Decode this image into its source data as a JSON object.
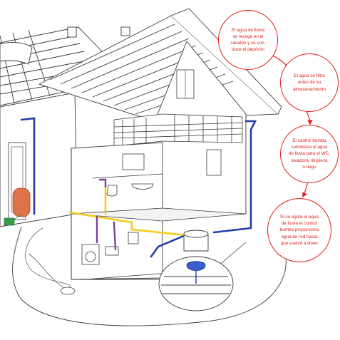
{
  "steps": [
    {
      "text": "El agua de lluvia\nse recoge en el\ncanalón y se con-\nduce al depósito"
    },
    {
      "text": "El agua se filtra\nantes de su\nalmacenamiento"
    },
    {
      "text": "El control bomba\nsuministra el agua\nde lluvia para el WC,\nlavadora, limpieza\no riego"
    },
    {
      "text": "Si se agota el agua\nde lluvia el control\nbomba proporciona\nagua de red hasta\nque vuelve a llover"
    }
  ],
  "colors": {
    "bubble_outline": "#e0201b",
    "rain_pipe": "#1f3fa6",
    "supply_pipe": "#f2cc1a",
    "mains_pipe": "#7a3fa0",
    "rain_barrel": "#e0724a",
    "watering_can": "#3c9a4a",
    "tank_water": "#3a5fc8",
    "line_art": "#3a3a3a"
  },
  "icons": [
    "rain-barrel-icon",
    "watering-can-icon",
    "washing-machine-icon",
    "toilet-icon",
    "basin-icon",
    "underground-tank-icon",
    "pump-control-icon"
  ]
}
